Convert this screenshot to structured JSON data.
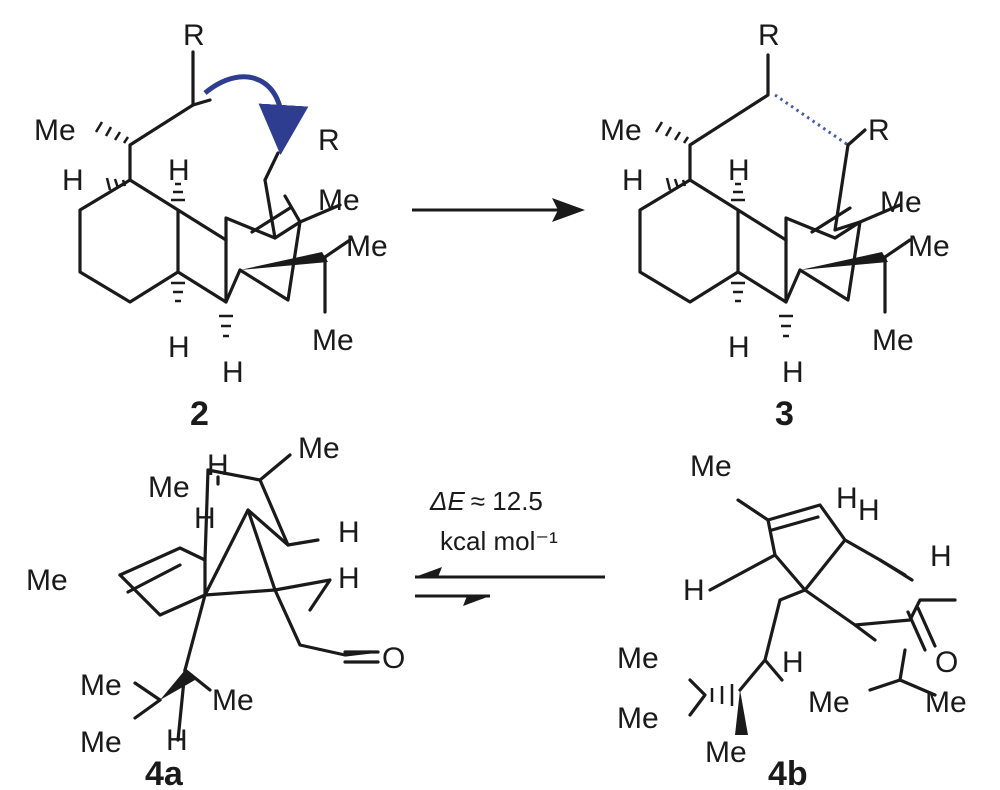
{
  "compounds": {
    "c2": "2",
    "c3": "3",
    "c4a": "4a",
    "c4b": "4b"
  },
  "atoms": {
    "R": "R",
    "Me": "Me",
    "H": "H",
    "O": "O"
  },
  "equilibrium": {
    "energy_symbol": "ΔE",
    "energy_value": "≈ 12.5",
    "unit": "kcal mol⁻¹"
  },
  "colors": {
    "curved_arrow": "#2e3d8f",
    "forming_bond": "#4a5ea8",
    "ink": "#1a1a1a"
  }
}
